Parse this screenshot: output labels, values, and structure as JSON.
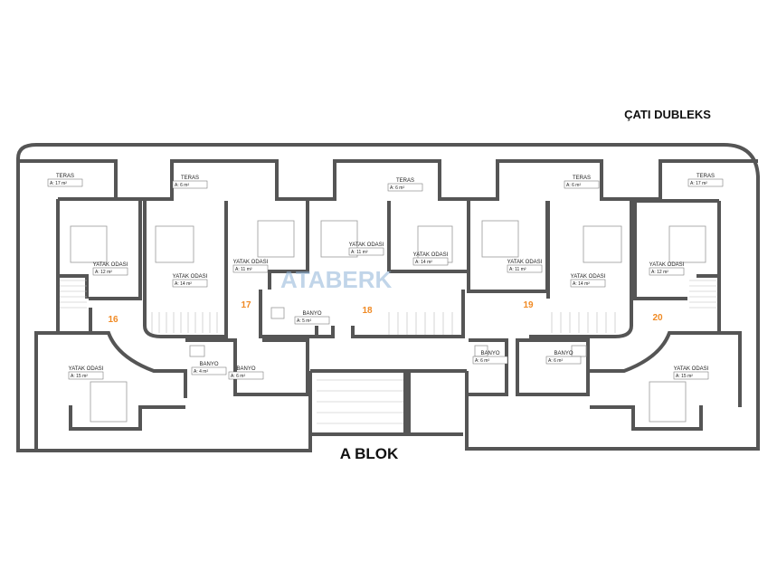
{
  "plan": {
    "title": "ÇATI DUBLEKS",
    "block_label": "A BLOK",
    "watermark": "ATABERK",
    "colors": {
      "wall": "#555555",
      "unit_number": "#f08a24",
      "watermark": "#8fb4d8"
    },
    "units": [
      "16",
      "17",
      "18",
      "19",
      "20"
    ],
    "rooms": {
      "teras_1": {
        "name": "TERAS",
        "area": "A: 17 m²"
      },
      "teras_2": {
        "name": "TERAS",
        "area": "A: 6 m²"
      },
      "teras_3": {
        "name": "TERAS",
        "area": "A: 6 m²"
      },
      "teras_4": {
        "name": "TERAS",
        "area": "A: 6 m²"
      },
      "teras_5": {
        "name": "TERAS",
        "area": "A: 17 m²"
      },
      "yatak_1": {
        "name": "YATAK ODASI",
        "area": "A: 12 m²"
      },
      "yatak_2": {
        "name": "YATAK ODASI",
        "area": "A: 14 m²"
      },
      "yatak_3": {
        "name": "YATAK ODASI",
        "area": "A: 11 m²"
      },
      "yatak_4": {
        "name": "YATAK ODASI",
        "area": "A: 11 m²"
      },
      "yatak_5": {
        "name": "YATAK ODASI",
        "area": "A: 14 m²"
      },
      "yatak_6": {
        "name": "YATAK ODASI",
        "area": "A: 11 m²"
      },
      "yatak_7": {
        "name": "YATAK ODASI",
        "area": "A: 14 m²"
      },
      "yatak_8": {
        "name": "YATAK ODASI",
        "area": "A: 12 m²"
      },
      "yatak_9": {
        "name": "YATAK ODASI",
        "area": "A: 15 m²"
      },
      "yatak_10": {
        "name": "YATAK ODASI",
        "area": "A: 15 m²"
      },
      "banyo_1": {
        "name": "BANYO",
        "area": "A: 5 m²"
      },
      "banyo_2": {
        "name": "BANYO",
        "area": "A: 4 m²"
      },
      "banyo_3": {
        "name": "BANYO",
        "area": "A: 6 m²"
      },
      "banyo_4": {
        "name": "BANYO",
        "area": "A: 6 m²"
      },
      "banyo_5": {
        "name": "BANYO",
        "area": "A: 6 m²"
      }
    }
  }
}
